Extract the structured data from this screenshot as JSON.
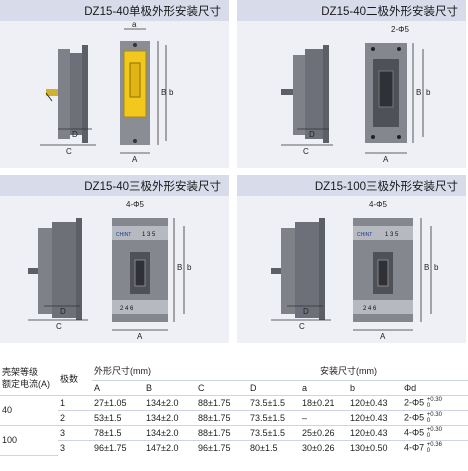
{
  "panels": [
    {
      "title": "DZ15-40单极外形安装尺寸",
      "hole_label": "",
      "logo_text": ""
    },
    {
      "title": "DZ15-40二极外形安装尺寸",
      "hole_label": "2-Φ5",
      "logo_text": ""
    },
    {
      "title": "DZ15-40三极外形安装尺寸",
      "hole_label": "4-Φ5",
      "logo_text": "CHINT",
      "terminal_top": "1  3  5",
      "terminal_bottom": "2  4  6"
    },
    {
      "title": "DZ15-100三极外形安装尺寸",
      "hole_label": "4-Φ5",
      "logo_text": "CHINT",
      "terminal_top": "1  3  5",
      "terminal_bottom": "2  4  6"
    }
  ],
  "dims": {
    "A": "A",
    "B": "B",
    "C": "C",
    "D": "D",
    "a": "a",
    "b": "b"
  },
  "table": {
    "h_frame": "壳架等级",
    "h_rated": "额定电流(A)",
    "h_poles": "极数",
    "h_outline": "外形尺寸(mm)",
    "h_mount": "安装尺寸(mm)",
    "cols": [
      "A",
      "B",
      "C",
      "D",
      "a",
      "b",
      "Φd"
    ],
    "rows": [
      {
        "frame": "40",
        "poles": "1",
        "A": "27±1.05",
        "B": "134±2.0",
        "C": "88±1.75",
        "D": "73.5±1.5",
        "a": "18±0.21",
        "b": "120±0.43",
        "d": "2-Φ5",
        "sup_top": "+0.30",
        "sup_bot": "0"
      },
      {
        "frame": "",
        "poles": "2",
        "A": "53±1.5",
        "B": "134±2.0",
        "C": "88±1.75",
        "D": "73.5±1.5",
        "a": "–",
        "b": "120±0.43",
        "d": "2-Φ5",
        "sup_top": "+0.30",
        "sup_bot": "0"
      },
      {
        "frame": "100",
        "poles": "3",
        "A": "78±1.5",
        "B": "134±2.0",
        "C": "88±1.75",
        "D": "73.5±1.5",
        "a": "25±0.26",
        "b": "120±0.43",
        "d": "4-Φ5",
        "sup_top": "+0.30",
        "sup_bot": "0"
      },
      {
        "frame": "",
        "poles": "3",
        "A": "96±1.75",
        "B": "147±2.0",
        "C": "96±1.75",
        "D": "80±1.5",
        "a": "30±0.26",
        "b": "130±0.50",
        "d": "4-Φ7",
        "sup_top": "+0.36",
        "sup_bot": "0"
      }
    ]
  },
  "colors": {
    "panel_bg": "#eef0f6",
    "header_bg": "#d7dbea",
    "body": "#7d7f88",
    "body_dark": "#55575f",
    "handle": "#f2c81c"
  }
}
